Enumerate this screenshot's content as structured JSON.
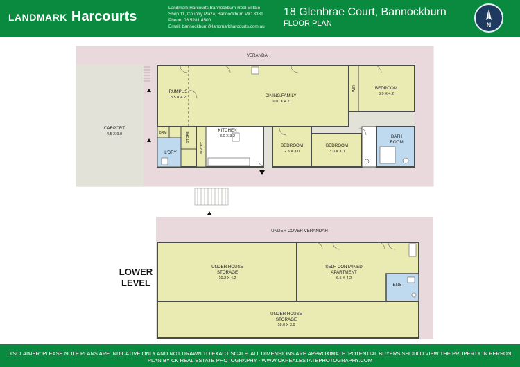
{
  "header": {
    "brand_part1": "LANDMARK",
    "brand_part2": "Harcourts",
    "agency_lines": [
      "Landmark Harcourts Bannockburn Real Estate",
      "Shop 11, Country Plaza, Bannockburn VIC 3331",
      "Phone: 03 5281 4500",
      "Email: bannockburn@landmarkharcourts.com.au"
    ],
    "address": "18 Glenbrae Court, Bannockburn",
    "subtitle": "FLOOR PLAN",
    "compass_label": "N"
  },
  "upper_level": {
    "verandah": "VERANDAH",
    "carport": {
      "name": "CARPORT",
      "dims": "4.5 X 9.0"
    },
    "rumpus": {
      "name": "RUMPUS",
      "dims": "3.5 X 4.2"
    },
    "dining": {
      "name": "DINING/FAMILY",
      "dims": "10.0 X 4.2"
    },
    "bedroom1": {
      "name": "BEDROOM",
      "dims": "3.9 X 4.2"
    },
    "wir": "WIR",
    "kitchen": {
      "name": "KITCHEN",
      "dims": "3.0 X 3.2"
    },
    "pantry": "PANTRY",
    "brm": "BRM",
    "store": "STORE",
    "ldry": "L'DRY",
    "bedroom2": {
      "name": "BEDROOM",
      "dims": "2.8 X 3.0"
    },
    "bedroom3": {
      "name": "BEDROOM",
      "dims": "3.0 X 3.0"
    },
    "bathroom": {
      "line1": "BATH",
      "line2": "ROOM"
    }
  },
  "lower_level": {
    "label_line1": "LOWER",
    "label_line2": "LEVEL",
    "under_cover_verandah": "UNDER COVER VERANDAH",
    "storage1": {
      "line1": "UNDER HOUSE",
      "line2": "STORAGE",
      "dims": "10.2 X 4.2"
    },
    "apartment": {
      "line1": "SELF-CONTAINED",
      "line2": "APARTMENT",
      "dims": "6.5 X 4.2"
    },
    "ens": "ENS",
    "storage2": {
      "line1": "UNDER HOUSE",
      "line2": "STORAGE",
      "dims": "19.0 X 3.0"
    }
  },
  "footer": {
    "disclaimer": "DISCLAIMER: PLEASE NOTE PLANS ARE INDICATIVE ONLY AND NOT DRAWN TO EXACT SCALE. ALL DIMENSIONS ARE APPROXIMATE. POTENTIAL BUYERS SHOULD VIEW THE PROPERTY IN PERSON.",
    "credit": "PLAN BY CK REAL ESTATE PHOTOGRAPHY - WWW.CKREALESTATEPHOTOGRAPHY.COM"
  },
  "colors": {
    "header_green": "#0a8a3f",
    "room_fill": "#eaeab3",
    "bathroom_fill": "#bfd9ee",
    "verandah_fill": "#ead9dc",
    "carport_fill": "#e2e2d8",
    "wall": "#4a4a4a",
    "compass_navy": "#1e3a5f"
  }
}
